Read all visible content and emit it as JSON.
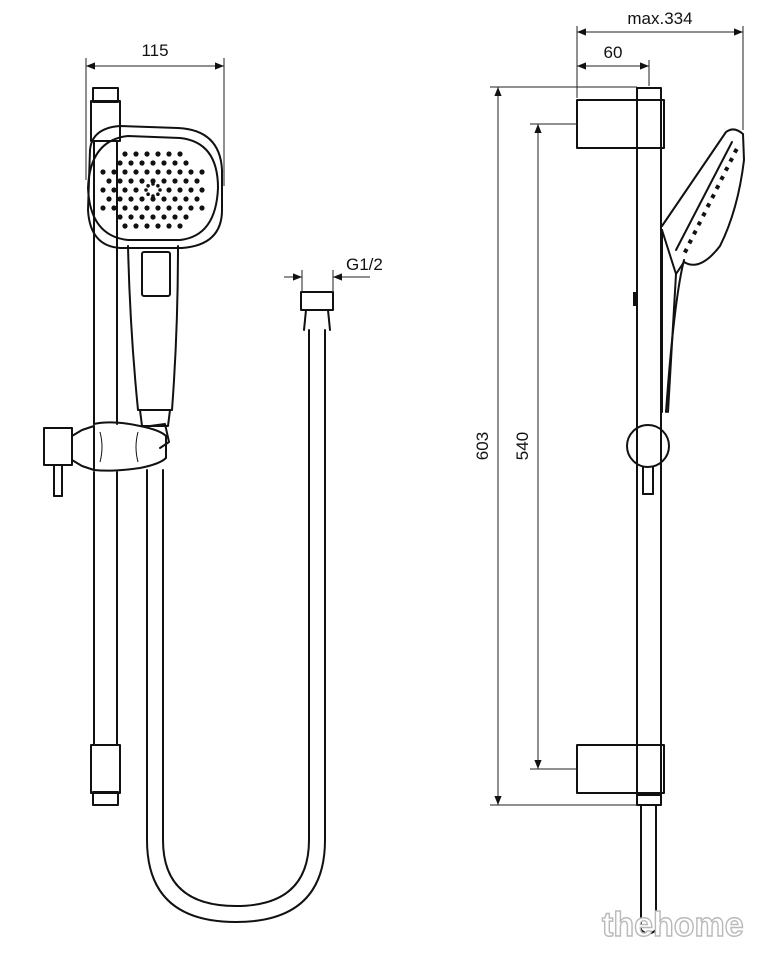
{
  "dimensions": {
    "width_front": "115",
    "max_projection": "max.334",
    "wall_distance": "60",
    "total_height": "603",
    "bracket_spacing": "540",
    "thread": "G1/2"
  },
  "watermark": "thehome"
}
